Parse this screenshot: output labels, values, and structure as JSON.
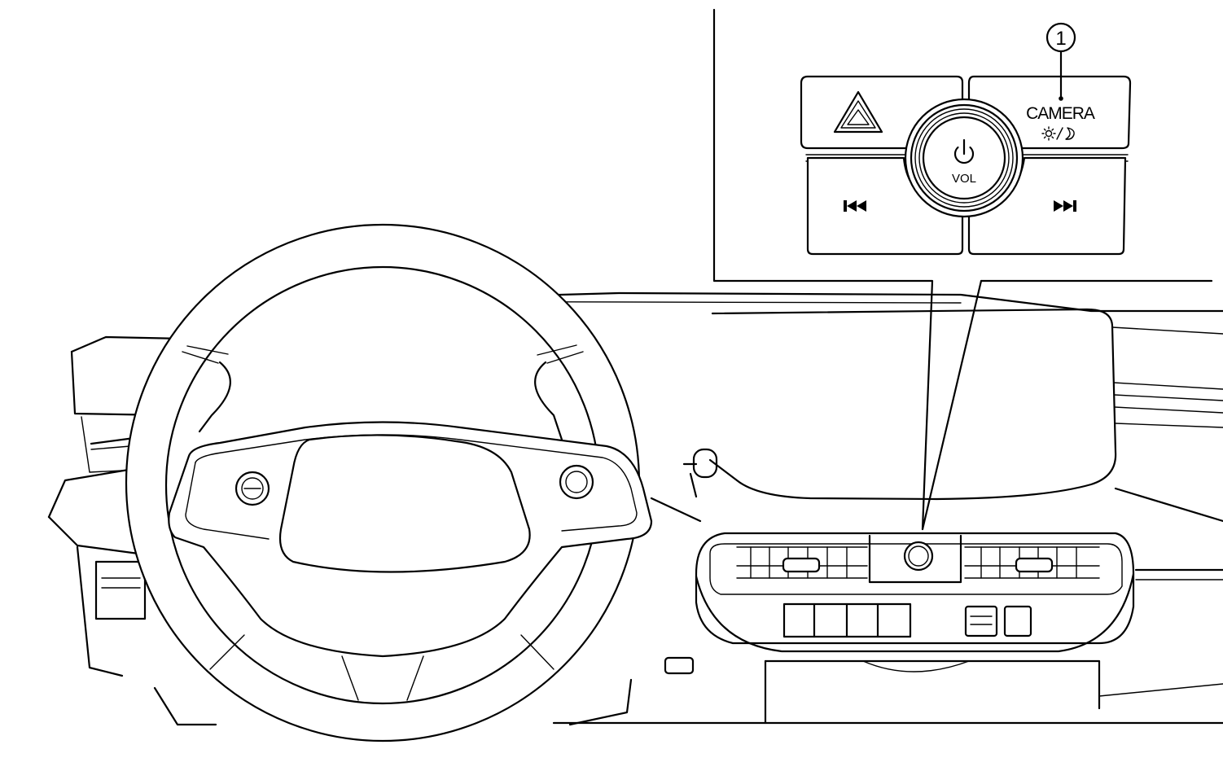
{
  "callout": {
    "number": "1"
  },
  "buttons": {
    "hazard": {
      "icon": "hazard-triangle-icon"
    },
    "camera": {
      "label": "CAMERA",
      "day_night_icon": "sun-moon-icon"
    },
    "power_volume": {
      "label": "VOL",
      "icon": "power-icon"
    },
    "previous_track": {
      "icon": "skip-back-icon"
    },
    "next_track": {
      "icon": "skip-forward-icon"
    }
  },
  "colors": {
    "line": "#000000",
    "background": "#ffffff"
  }
}
